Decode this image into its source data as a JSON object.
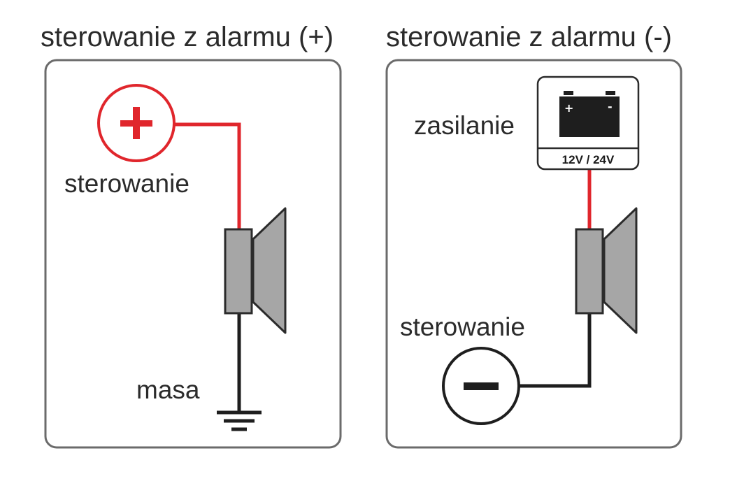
{
  "left_panel": {
    "title": "sterowanie z alarmu (+)",
    "control_label": "sterowanie",
    "ground_label": "masa",
    "control_symbol": "+",
    "control_color": "#e0262c"
  },
  "right_panel": {
    "title": "sterowanie z alarmu (-)",
    "supply_label": "zasilanie",
    "battery_voltage": "12V / 24V",
    "battery_plus": "+",
    "battery_minus": "-",
    "control_label": "sterowanie",
    "control_symbol": "-"
  },
  "colors": {
    "positive_wire": "#e0262c",
    "negative_wire": "#1e1e1e",
    "speaker_fill": "#a6a6a6",
    "panel_border": "#6b6b6b",
    "battery_body": "#1e1e1e"
  },
  "icons": {
    "left_speaker": "speaker-icon",
    "right_speaker": "speaker-icon",
    "ground": "ground-icon",
    "battery": "battery-icon"
  }
}
